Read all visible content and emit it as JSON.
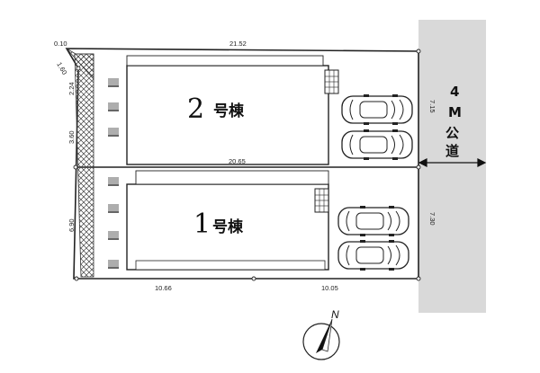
{
  "lots": {
    "building_2": {
      "number": "2",
      "suffix": "号棟"
    },
    "building_1": {
      "number": "1",
      "suffix": "号棟"
    }
  },
  "road": {
    "width": "4",
    "unit": "M",
    "type_line1": "公",
    "type_line2": "道"
  },
  "dimensions": {
    "top_total": "21.52",
    "corner_small": "0.10",
    "corner_diag": "1.60",
    "left_upper": "2.24",
    "left_mid": "3.60",
    "left_lower": "6.90",
    "divider_width": "20.65",
    "right_upper": "7.15",
    "right_lower": "7.30",
    "bottom_left": "10.66",
    "bottom_right": "10.05"
  },
  "compass": {
    "label": "N"
  },
  "colors": {
    "road_fill": "#d9d9d9",
    "line": "#333333"
  }
}
